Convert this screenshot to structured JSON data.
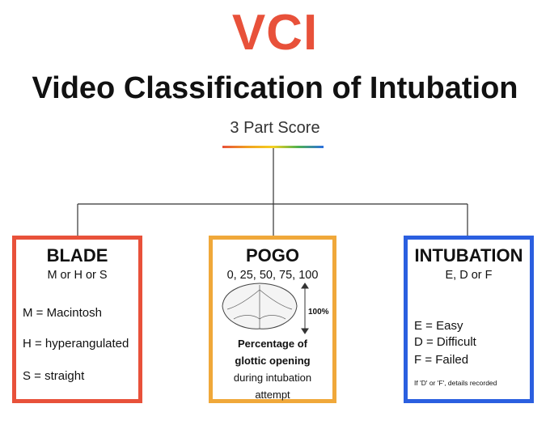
{
  "logo_text": "VCI",
  "title": "Video Classification of Intubation",
  "subtitle": "3 Part Score",
  "blade": {
    "title": "BLADE",
    "options": "M or H or S",
    "definitions": [
      "M = Macintosh",
      "H = hyperangulated",
      "S = straight"
    ],
    "border_color": "#e8513a"
  },
  "pogo": {
    "title": "POGO",
    "options": "0, 25, 50, 75, 100",
    "scale_label": "100%",
    "desc_bold_1": "Percentage of",
    "desc_bold_2": "glottic opening",
    "desc_3": "during intubation",
    "desc_4": "attempt",
    "border_color": "#f0a83a"
  },
  "intubation": {
    "title": "INTUBATION",
    "options": "E, D or F",
    "definitions": [
      "E = Easy",
      "D = Difficult",
      "F = Failed"
    ],
    "note": "If 'D' or 'F', details recorded",
    "border_color": "#2b5fe0"
  }
}
